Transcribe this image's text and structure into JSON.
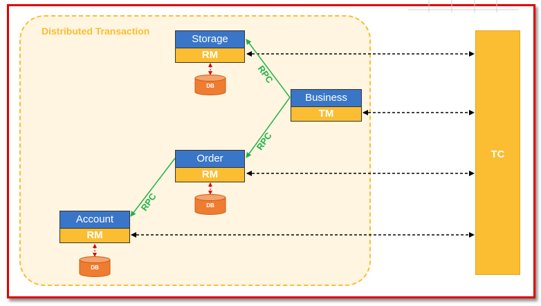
{
  "zone": {
    "title": "Distributed Transaction"
  },
  "coordinator": {
    "label": "TC"
  },
  "nodes": {
    "storage": {
      "service": "Storage",
      "role": "RM",
      "db": "DB"
    },
    "business": {
      "service": "Business",
      "role": "TM"
    },
    "order": {
      "service": "Order",
      "role": "RM",
      "db": "DB"
    },
    "account": {
      "service": "Account",
      "role": "RM",
      "db": "DB"
    }
  },
  "rpc_label": "RPC",
  "colors": {
    "frame_border": "#e00000",
    "zone_border": "#fbbd31",
    "zone_fill": "#fff5e0",
    "service_blue": "#3a76c7",
    "role_yellow": "#fbbd31",
    "db_orange": "#ee7d31",
    "rpc_green": "#1fb24a"
  }
}
